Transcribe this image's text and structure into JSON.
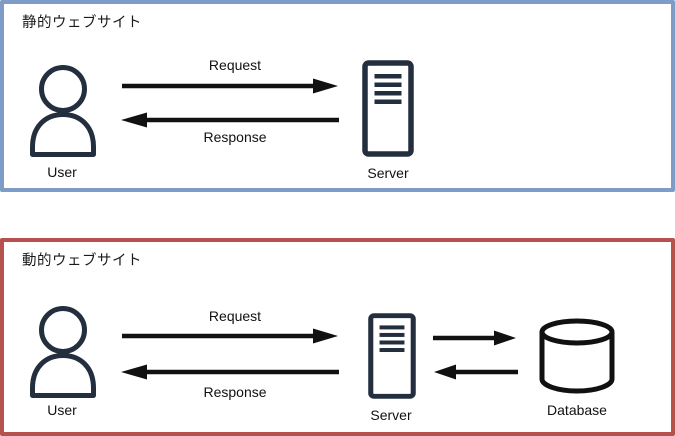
{
  "panels": [
    {
      "title": "静的ウェブサイト",
      "border_color": "#7d9dc8",
      "nodes": {
        "user": "User",
        "server": "Server"
      },
      "arrows": {
        "request": "Request",
        "response": "Response"
      }
    },
    {
      "title": "動的ウェブサイト",
      "border_color": "#b5524e",
      "nodes": {
        "user": "User",
        "server": "Server",
        "database": "Database"
      },
      "arrows": {
        "request": "Request",
        "response": "Response"
      }
    }
  ],
  "colors": {
    "icon_stroke": "#232f3e",
    "arrow": "#111111",
    "static_border": "#7d9dc8",
    "dynamic_border": "#b5524e"
  }
}
